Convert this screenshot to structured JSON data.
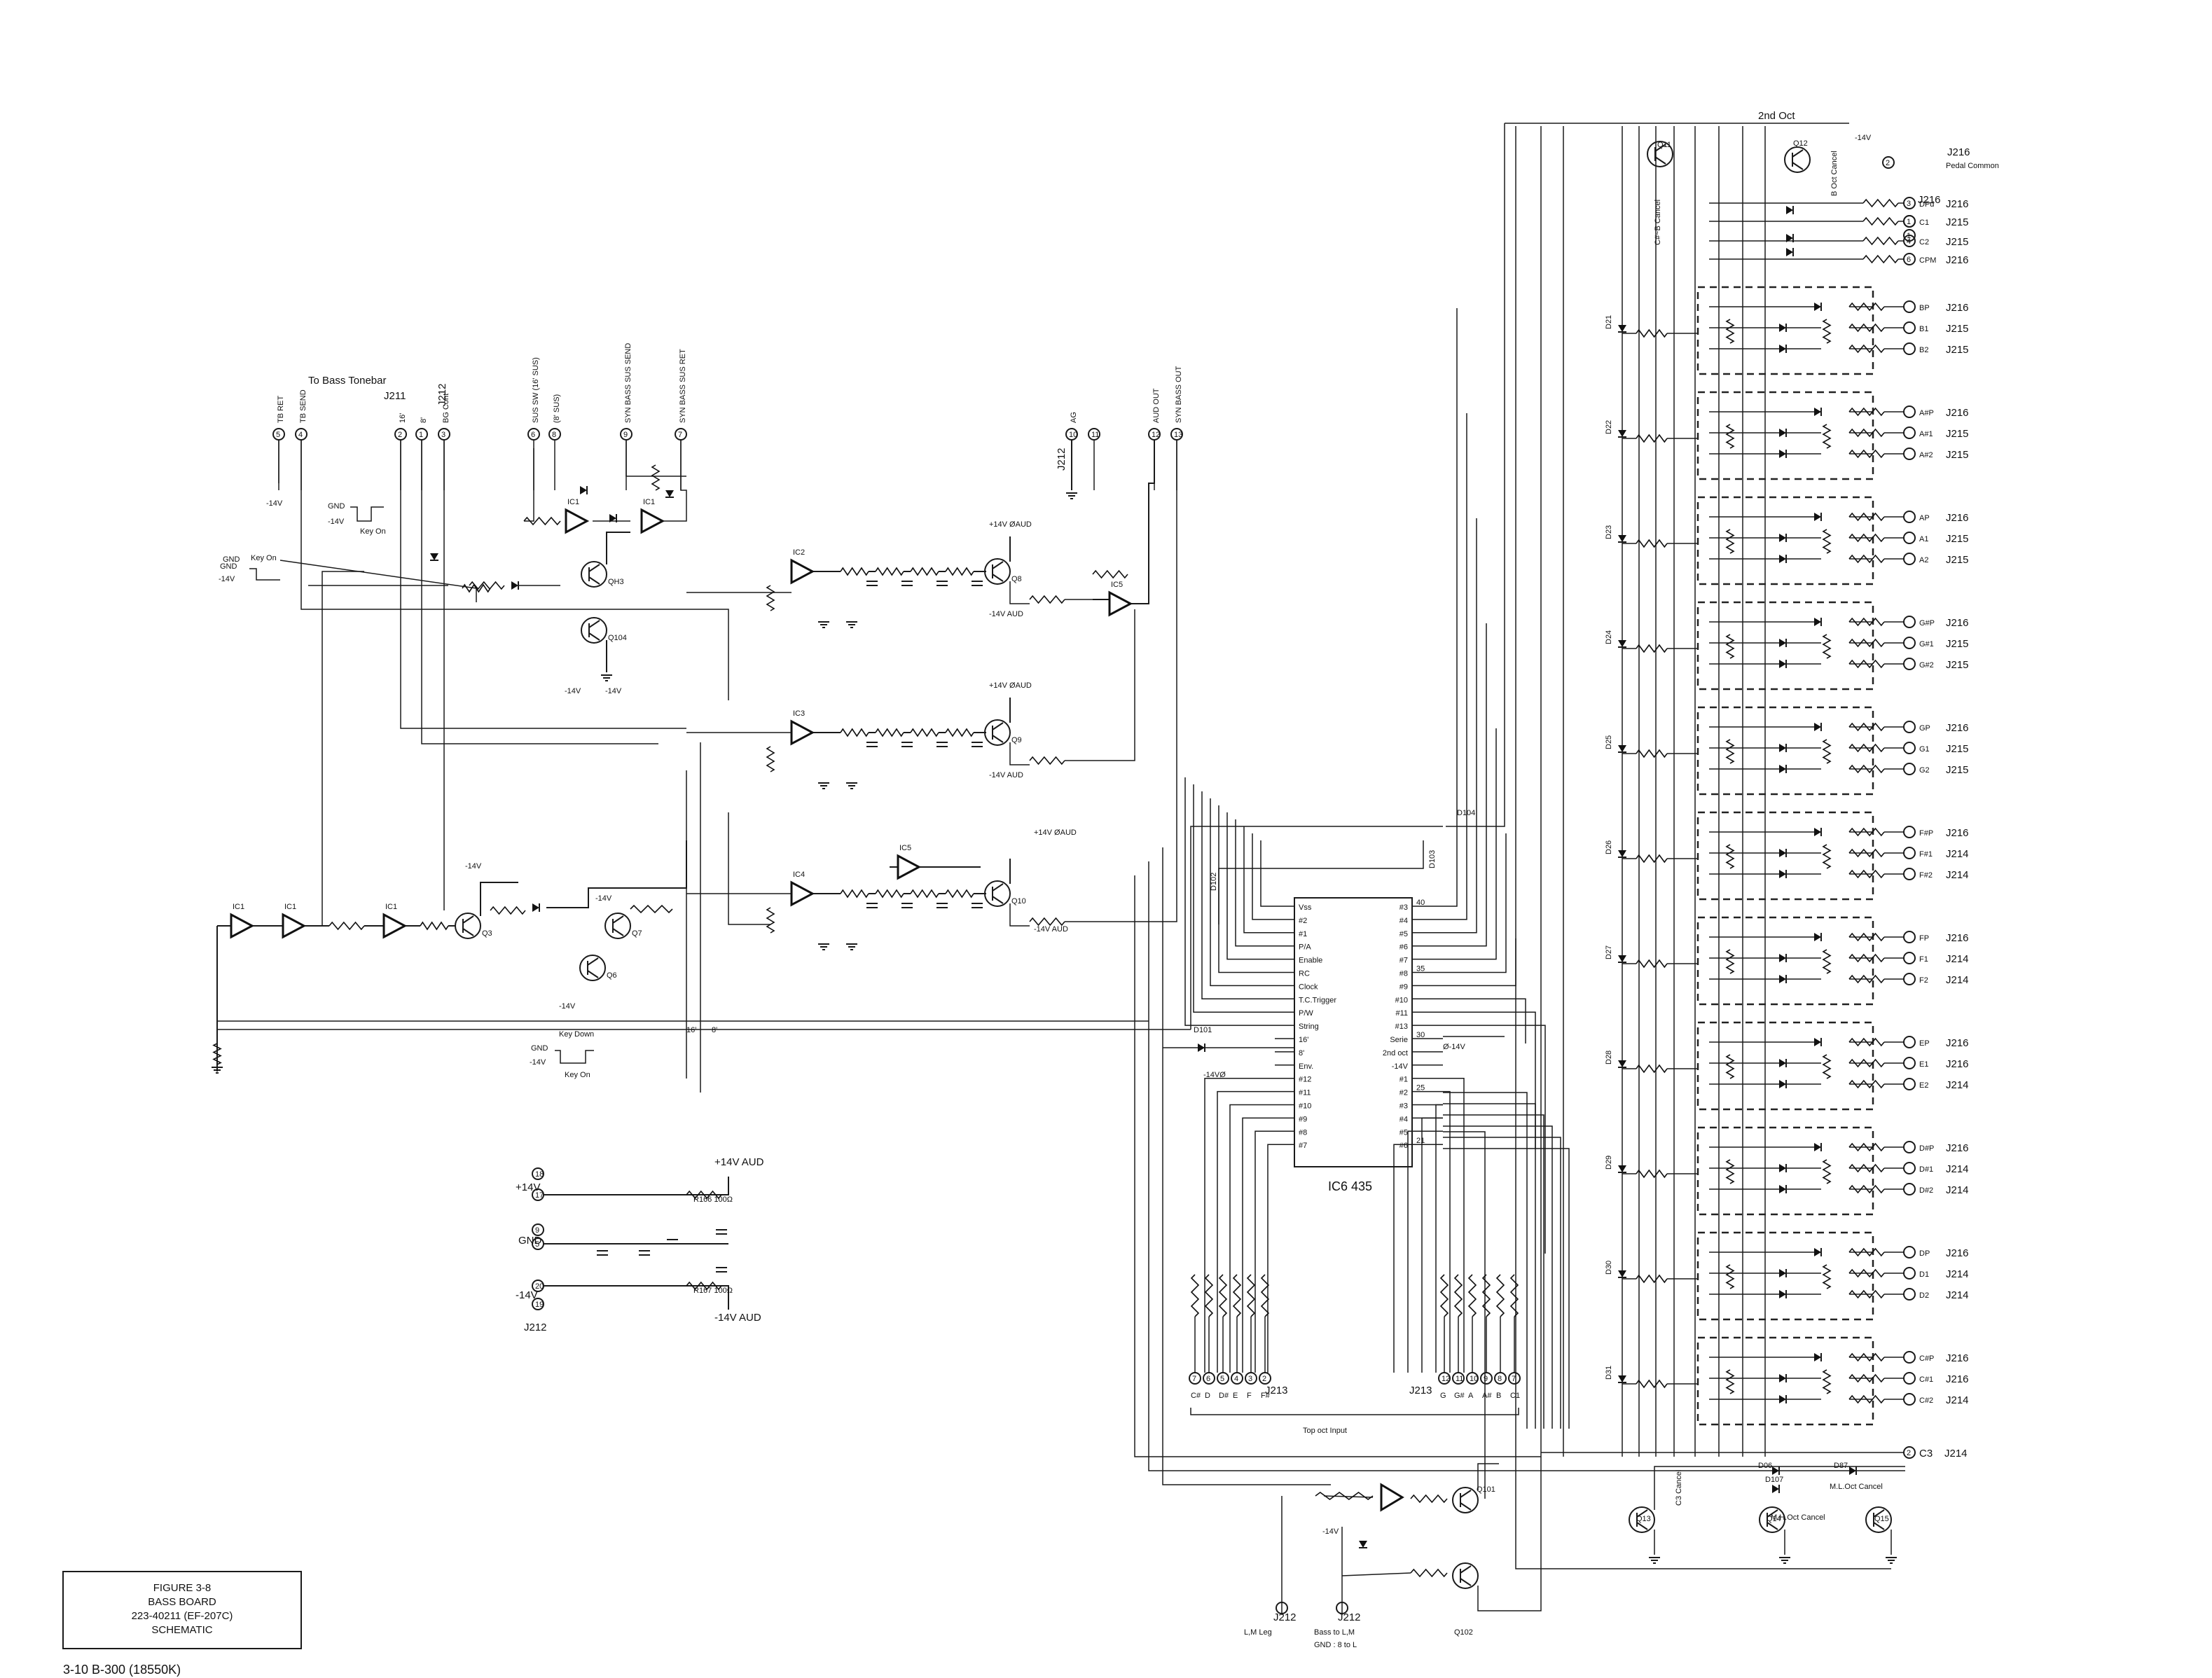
{
  "title_block": {
    "figure": "FIGURE 3-8",
    "board": "BASS BOARD",
    "part": "223-40211 (EF-207C)",
    "kind": "SCHEMATIC"
  },
  "page_footer": "3-10  B-300 (18550K)",
  "ic6": {
    "name": "IC6  435",
    "left_pins": [
      "Vss",
      "#2",
      "#1",
      "P/A",
      "Enable",
      "RC",
      "Clock",
      "T.C.Trigger",
      "P/W",
      "String",
      "16'",
      "8'",
      "Env.",
      "#12",
      "#11",
      "#10",
      "#9",
      "#8",
      "#7"
    ],
    "right_pins": [
      "#3",
      "#4",
      "#5",
      "#6",
      "#7",
      "#8",
      "#9",
      "#10",
      "#11",
      "#13",
      "Serie",
      "2nd oct",
      "-14V",
      "#1",
      "#2",
      "#3",
      "#4",
      "#5",
      "#6"
    ],
    "right_nums": [
      "40",
      "",
      "",
      "",
      "",
      "35",
      "",
      "",
      "",
      "",
      "30",
      "",
      "",
      "",
      "25",
      "",
      "",
      "",
      "21"
    ]
  },
  "connectors_top": [
    {
      "pin": "5",
      "label": "TB RET"
    },
    {
      "pin": "4",
      "label": "TB SEND"
    },
    {
      "pin": "2",
      "label": "16'"
    },
    {
      "pin": "1",
      "label": "8'"
    },
    {
      "pin": "3",
      "label": "BG Cont"
    },
    {
      "pin": "6",
      "label": "SUS SW (16' SUS)"
    },
    {
      "pin": "8",
      "label": "(8' SUS)"
    },
    {
      "pin": "9",
      "label": "SYN BASS SUS SEND"
    },
    {
      "pin": "7",
      "label": "SYN BASS SUS RET"
    },
    {
      "pin": "10",
      "label": "AG"
    },
    {
      "pin": "11",
      "label": ""
    },
    {
      "pin": "12",
      "label": "AUD OUT"
    },
    {
      "pin": "13",
      "label": "SYN BASS OUT"
    }
  ],
  "top_labels": {
    "to_bass_tonebar": "To Bass Tonebar",
    "j211": "J211",
    "j212": "J212",
    "j212_ag": "J212",
    "gnd": "GND",
    "minus14": "-14V",
    "key_on": "Key On",
    "key_down": "Key Down"
  },
  "ics": [
    "IC1",
    "IC1",
    "IC1",
    "IC1",
    "IC1",
    "IC2",
    "IC3",
    "IC4",
    "IC5",
    "IC5"
  ],
  "transistors": [
    "Q3",
    "Q6",
    "Q7",
    "Q8",
    "Q9",
    "Q10",
    "QH3",
    "Q104"
  ],
  "rails": {
    "plus14aud": "+14V ØAUD",
    "minus14aud": "-14V AUD",
    "plus14": "+14V",
    "minus14": "-14V",
    "gnd": "GND"
  },
  "power_block": {
    "plus14": "+14V",
    "gnd": "GND",
    "minus14": "-14V",
    "j212": "J212",
    "plus14aud": "+14V AUD",
    "minus14aud": "-14V AUD",
    "r_top": "R166 100Ω",
    "r_bot": "R167 100Ω"
  },
  "top_right": {
    "second_oct": "2nd Oct",
    "minus14": "-14V",
    "pedal_common": "Pedal Common",
    "j216": "J216",
    "q11": "Q11",
    "q12": "Q12",
    "c_sharp_cancel": "C#~B Cancel",
    "b_oct_cancel": "B Oct Cancel"
  },
  "note_rows": [
    {
      "pedal": "DPd",
      "a": "C1",
      "b": "C2",
      "c": "CPM",
      "ja": "J216",
      "jb": "J215",
      "jc": "J215",
      "jd": "J216"
    },
    {
      "pedal": "BP",
      "a": "B1",
      "b": "B2",
      "ja": "J216",
      "jb": "J215",
      "jc": "J215",
      "diode": "D21"
    },
    {
      "pedal": "A#P",
      "a": "A#1",
      "b": "A#2",
      "ja": "J216",
      "jb": "J215",
      "jc": "J215",
      "diode": "D22"
    },
    {
      "pedal": "AP",
      "a": "A1",
      "b": "A2",
      "ja": "J216",
      "jb": "J215",
      "jc": "J215",
      "diode": "D23"
    },
    {
      "pedal": "G#P",
      "a": "G#1",
      "b": "G#2",
      "ja": "J216",
      "jb": "J215",
      "jc": "J215",
      "diode": "D24"
    },
    {
      "pedal": "GP",
      "a": "G1",
      "b": "G2",
      "ja": "J216",
      "jb": "J215",
      "jc": "J215",
      "diode": "D25"
    },
    {
      "pedal": "F#P",
      "a": "F#1",
      "b": "F#2",
      "ja": "J216",
      "jb": "J214",
      "jc": "J214",
      "diode": "D26"
    },
    {
      "pedal": "FP",
      "a": "F1",
      "b": "F2",
      "ja": "J216",
      "jb": "J214",
      "jc": "J214",
      "diode": "D27"
    },
    {
      "pedal": "EP",
      "a": "E1",
      "b": "E2",
      "ja": "J216",
      "jb": "J216",
      "jc": "J214",
      "diode": "D28"
    },
    {
      "pedal": "D#P",
      "a": "D#1",
      "b": "D#2",
      "ja": "J216",
      "jb": "J214",
      "jc": "J214",
      "diode": "D29"
    },
    {
      "pedal": "DP",
      "a": "D1",
      "b": "D2",
      "ja": "J216",
      "jb": "J214",
      "jc": "J214",
      "diode": "D30"
    },
    {
      "pedal": "C#P",
      "a": "C#1",
      "b": "C#2",
      "ja": "J216",
      "jb": "J216",
      "jc": "J214",
      "diode": "D31"
    }
  ],
  "bottom_right": {
    "c3": "C3",
    "j214": "J214",
    "ml_oct_cancel": "M.L.Oct Cancel",
    "mh_oct_cancel": "M.H.Oct Cancel",
    "c3_cancel": "C3 Cancel",
    "q13": "Q13",
    "q14": "Q14",
    "q15": "Q15",
    "d06": "D06",
    "d87": "D87",
    "d107": "D107"
  },
  "j213_left": {
    "label": "J213",
    "pins": [
      "7",
      "6",
      "5",
      "4",
      "3",
      "2"
    ],
    "notes": [
      "C#",
      "D",
      "D#",
      "E",
      "F",
      "F#"
    ]
  },
  "j213_right": {
    "label": "J213",
    "pins": [
      "12",
      "11",
      "10",
      "9",
      "8",
      "7"
    ],
    "notes": [
      "G",
      "G#",
      "A",
      "A#",
      "B",
      "C1"
    ]
  },
  "top_oct_input": "Top oct Input",
  "bottom_center": {
    "q101": "Q101",
    "q102": "Q102",
    "minus14": "-14V",
    "j212_lm_leg": "J212",
    "lm_leg": "L,M Leg",
    "j212_bass": "J212",
    "bass_to_lm": "Bass to L,M",
    "gnd_8_to": "GND : 8 to L"
  },
  "misc_labels": {
    "d101": "D101",
    "d102": "D102",
    "d103": "D103",
    "d104": "D104",
    "sixteen": "16'",
    "eight": "8'",
    "minus14_0": "-14VØ",
    "minus14_r": "Ø-14V",
    "gnd_low": "GND",
    "minus14_low": "-14V",
    "key_on_low": "Key On",
    "key_on_mid": "Key On",
    "gnd_mid": "GND",
    "minus14_mid": "-14V"
  }
}
